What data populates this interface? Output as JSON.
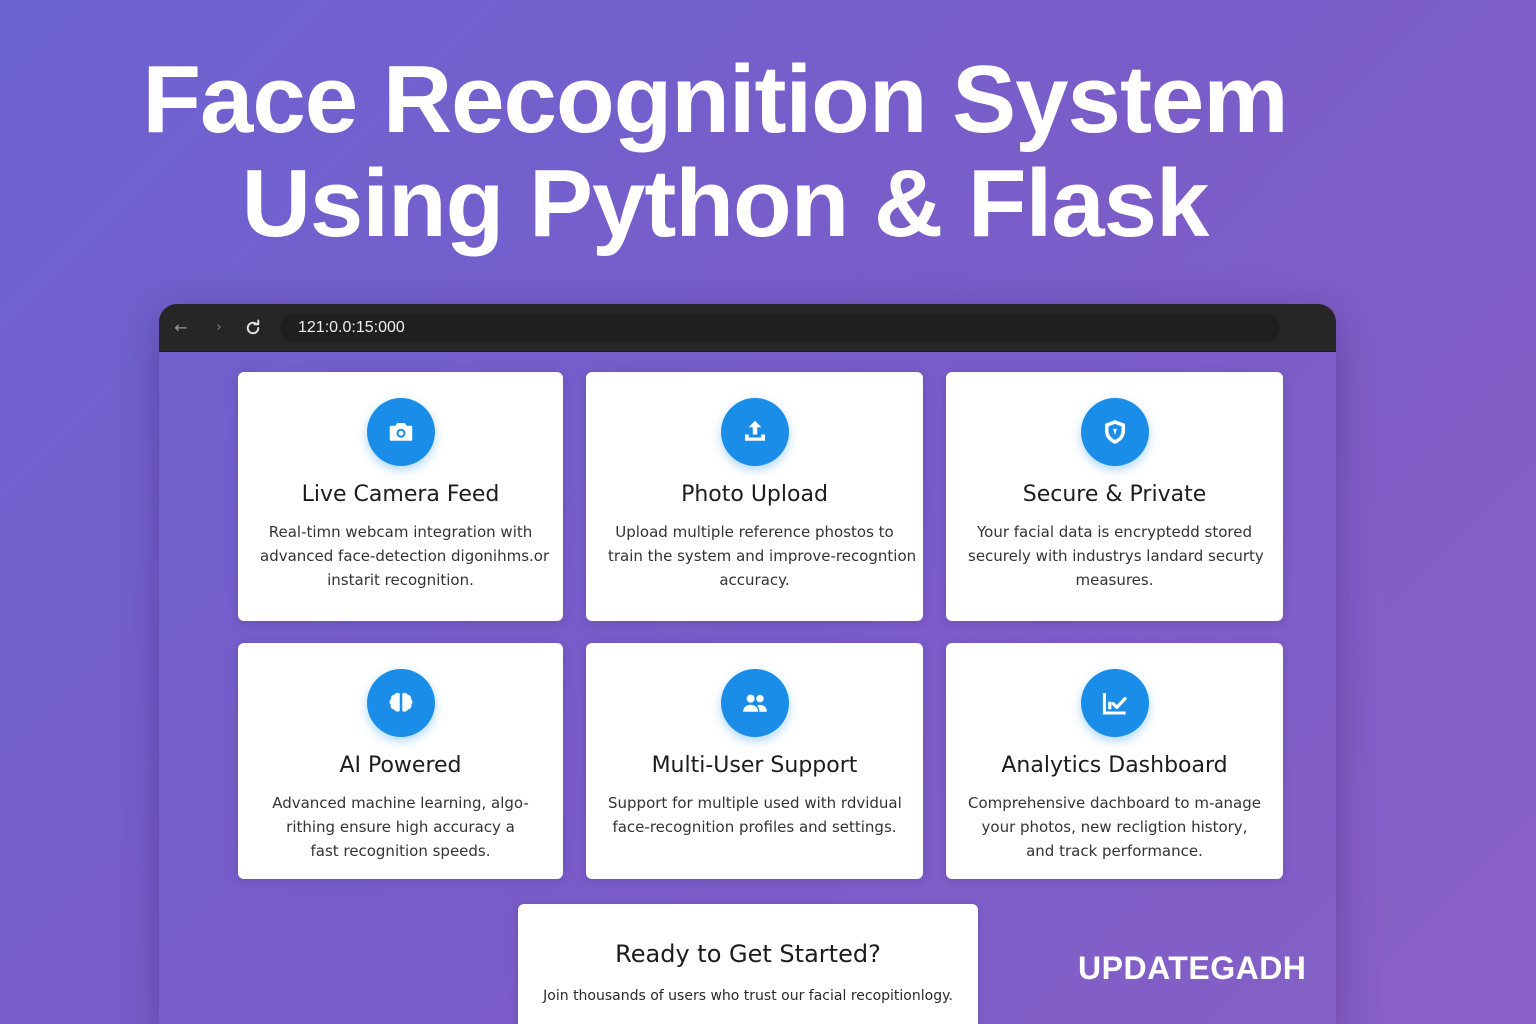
{
  "headline": {
    "line1": "Face Recognition System",
    "line2": "Using Python & Flask"
  },
  "browser": {
    "url": "121:0.0:15:000",
    "back_icon": "back-arrow-icon",
    "forward_icon": "forward-arrow-icon",
    "reload_icon": "reload-icon"
  },
  "features": [
    {
      "icon": "camera-icon",
      "title": "Live Camera Feed",
      "desc": [
        "Real-timn webcam integration  with",
        "advanced face-detection digonihms.or",
        "instarit recognition."
      ]
    },
    {
      "icon": "upload-icon",
      "title": "Photo Upload",
      "desc": [
        "Upload multiple reference phostos to",
        "train the system and improve-recogntion",
        "accuracy."
      ]
    },
    {
      "icon": "shield-icon",
      "title": "Secure & Private",
      "desc": [
        "Your facial data is encryptedd stored",
        "securely with industrys landard securty",
        "measures."
      ]
    },
    {
      "icon": "brain-icon",
      "title": "AI Powered",
      "desc": [
        "Advanced machine learning, algo-",
        "rithing ensure high accuracy a",
        "fast recognition speeds."
      ]
    },
    {
      "icon": "users-icon",
      "title": "Multi-User Support",
      "desc": [
        "Support for multiple used with rdvidual",
        "face-recognition profiles and settings."
      ]
    },
    {
      "icon": "analytics-icon",
      "title": "Analytics Dashboard",
      "desc": [
        "Comprehensive dachboard to m-anage",
        "your photos,  new recligtion history,",
        "and track performance."
      ]
    }
  ],
  "cta": {
    "title": "Ready to Get Started?",
    "text": "Join thousands of users who trust our facial recopitionlogy."
  },
  "watermark": "UPDATEGADH",
  "colors": {
    "accent": "#1a8de8",
    "background_start": "#6c63d1",
    "background_end": "#8a60c6",
    "toolbar": "#262626"
  }
}
